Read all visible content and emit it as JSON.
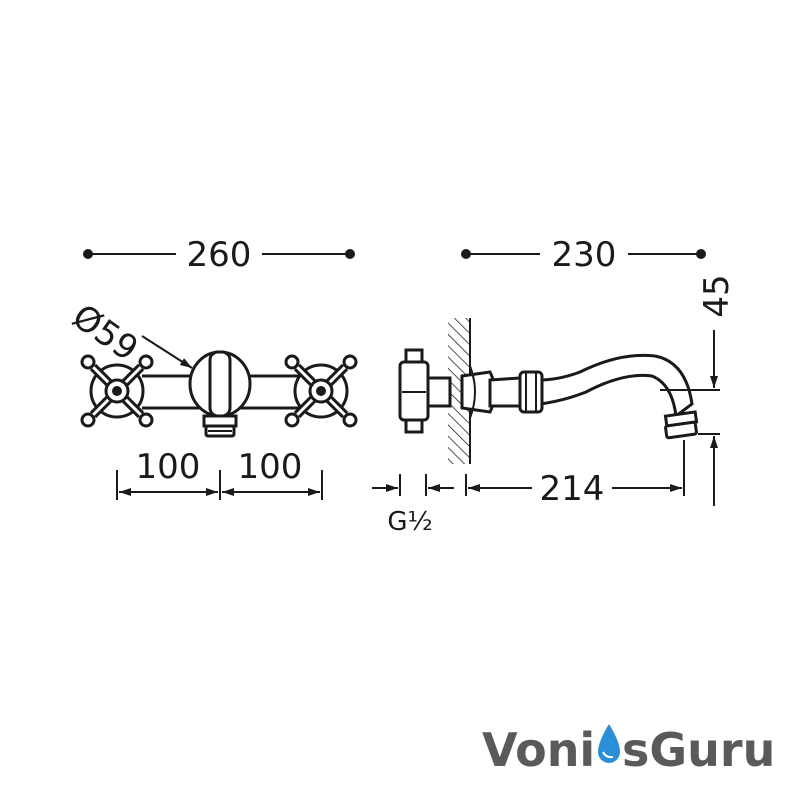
{
  "dimensions": {
    "front_width": "260",
    "side_width": "230",
    "height": "45",
    "handle_diameter": "Ø59",
    "left_spacing": "100",
    "right_spacing": "100",
    "thread": "G½",
    "spout_reach": "214"
  },
  "watermark": {
    "part1": "Voni",
    "part2": "sGuru",
    "text_color": "#5a5a5a",
    "drop_color": "#2a8fd6"
  }
}
